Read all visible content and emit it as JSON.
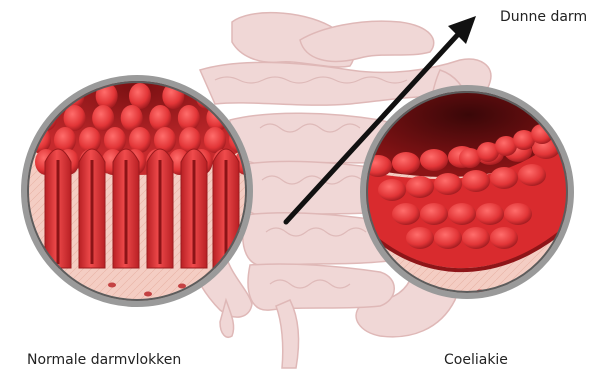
{
  "labels": {
    "small_intestine": "Dunne darm",
    "normal_villi": "Normale darmvlokken",
    "celiac": "Coeliakie"
  },
  "colors": {
    "intestine_faded": "#eccccb",
    "intestine_outline": "#d9aaa9",
    "villi_red": "#e43a3c",
    "villi_dark": "#a81e22",
    "tissue_pink": "#f4cdc3",
    "lens_ring": "#6d6d6d",
    "arrow": "#111111"
  }
}
